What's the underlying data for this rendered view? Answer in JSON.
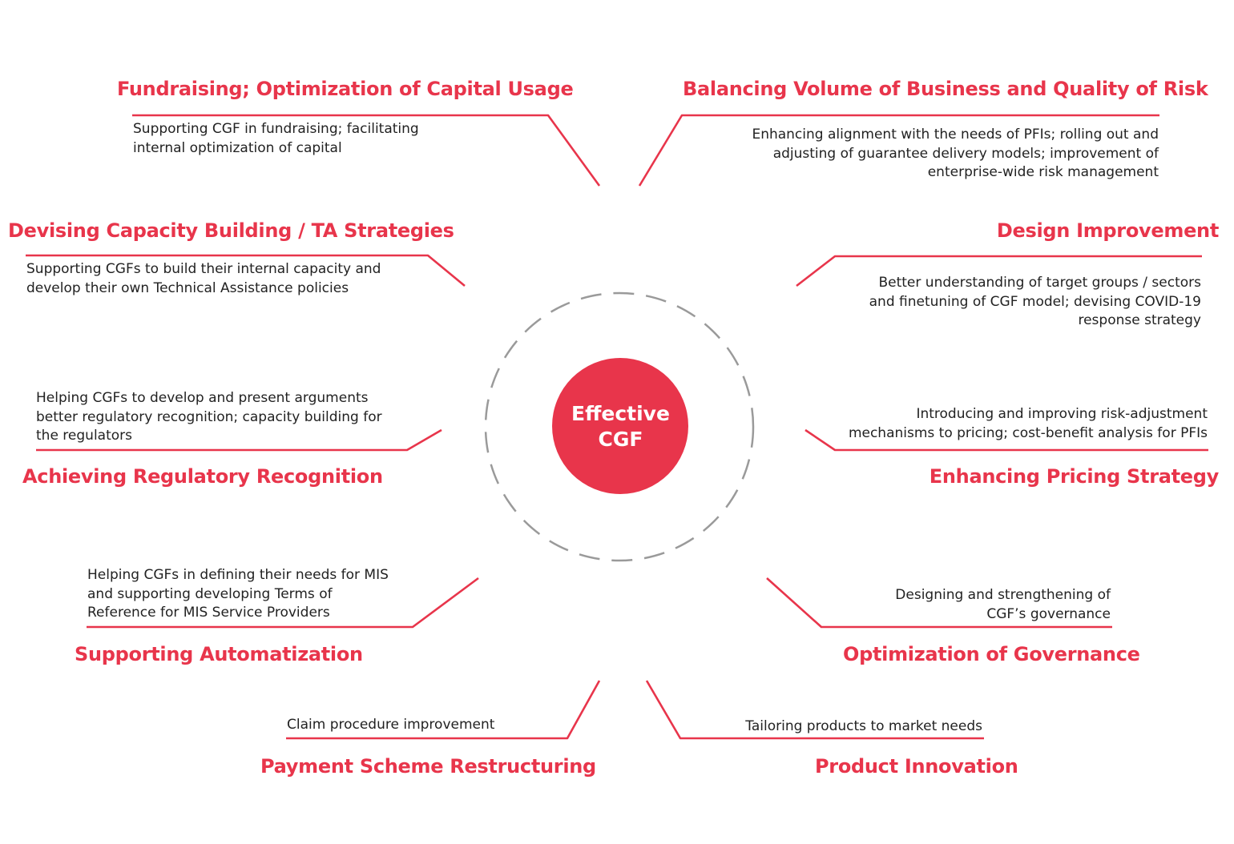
{
  "center": {
    "label": "Effective\nCGF"
  },
  "colors": {
    "accent": "#e8354b",
    "ring": "#9a9a9a",
    "text": "#222222"
  },
  "nodes": [
    {
      "id": "fundraising",
      "title": "Fundraising; Optimization of Capital Usage",
      "description": "Supporting CGF in fundraising; facilitating\ninternal optimization of capital"
    },
    {
      "id": "balancing",
      "title": "Balancing Volume of Business and Quality of Risk",
      "description": "Enhancing alignment with the needs of PFIs; rolling out and\nadjusting of guarantee delivery models; improvement of\nenterprise-wide risk management"
    },
    {
      "id": "capacity",
      "title": "Devising Capacity Building / TA Strategies",
      "description": "Supporting CGFs to build their internal capacity and\ndevelop their own Technical Assistance policies"
    },
    {
      "id": "design",
      "title": "Design Improvement",
      "description": "Better understanding of target groups / sectors\nand finetuning of CGF model; devising COVID-19\nresponse strategy"
    },
    {
      "id": "regulatory",
      "title": "Achieving Regulatory Recognition",
      "description": "Helping CGFs to develop and present arguments\nbetter regulatory recognition; capacity building for\nthe regulators"
    },
    {
      "id": "pricing",
      "title": "Enhancing Pricing Strategy",
      "description": "Introducing and improving risk-adjustment\nmechanisms to pricing; cost-benefit analysis for PFIs"
    },
    {
      "id": "automatization",
      "title": "Supporting Automatization",
      "description": "Helping CGFs in defining their needs for MIS\nand supporting developing Terms of\nReference for MIS Service Providers"
    },
    {
      "id": "governance",
      "title": "Optimization of Governance",
      "description": "Designing and strengthening of\nCGF’s governance"
    },
    {
      "id": "payment",
      "title": "Payment Scheme Restructuring",
      "description": "Claim procedure improvement"
    },
    {
      "id": "product",
      "title": "Product Innovation",
      "description": "Tailoring products to market needs"
    }
  ]
}
